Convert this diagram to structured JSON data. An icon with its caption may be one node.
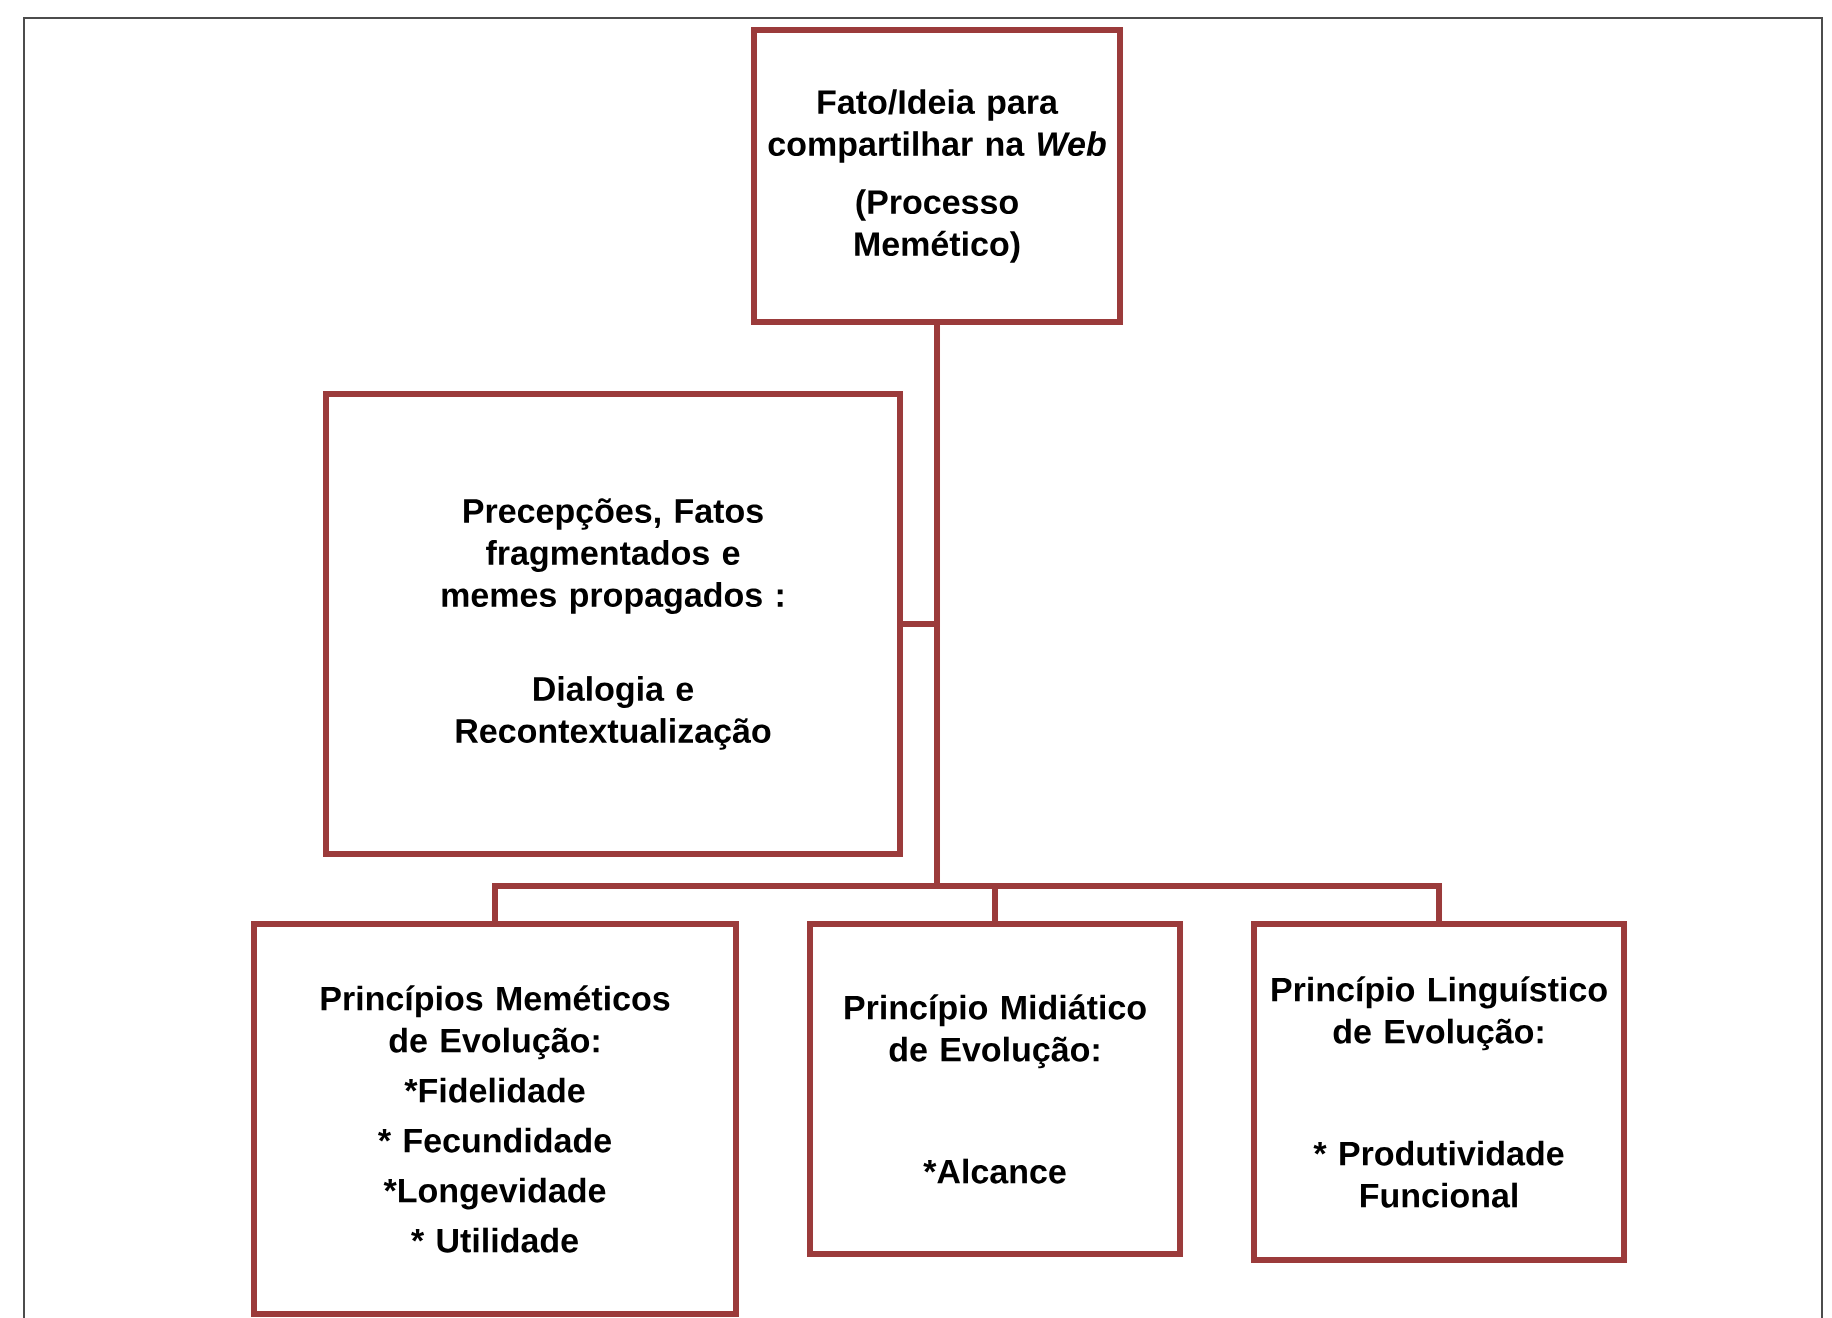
{
  "diagram": {
    "nodes": [
      {
        "text": [
          "Fato/Ideia para compartilhar na *Web*",
          "(Processo Memético)"
        ]
      },
      {
        "text": [
          "Precepções, Fatos fragmentados e memes propagados :",
          "Dialogia e Recontextualização"
        ]
      },
      {
        "text": [
          "Princípios Meméticos de Evolução:",
          "*Fidelidade",
          "* Fecundidade",
          "*Longevidade",
          "* Utilidade"
        ]
      },
      {
        "text": [
          "Princípio Midiático de Evolução:",
          "*Alcance"
        ]
      },
      {
        "text": [
          "Princípio Linguístico de Evolução:",
          "* Produtividade Funcional"
        ]
      }
    ],
    "edges": [
      {
        "from": 0,
        "to": 1,
        "arrow": "none"
      },
      {
        "from": 0,
        "to": 2,
        "arrow": "none"
      },
      {
        "from": 0,
        "to": 3,
        "arrow": "none"
      },
      {
        "from": 0,
        "to": 4,
        "arrow": "none"
      }
    ]
  }
}
